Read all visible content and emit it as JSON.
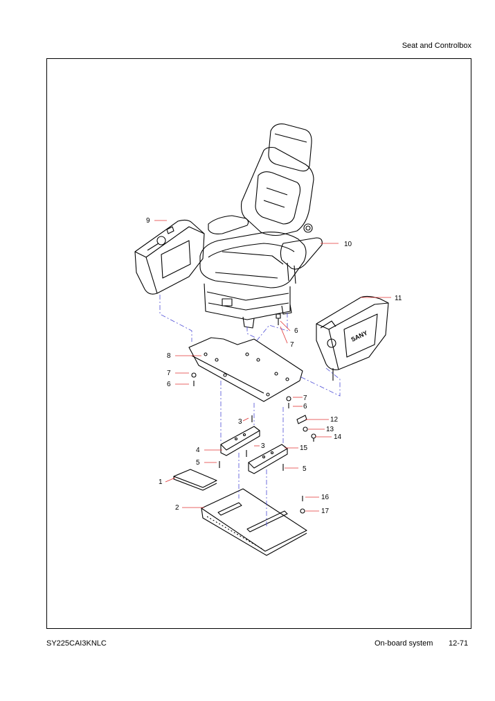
{
  "header": {
    "section_title": "Seat and Controlbox"
  },
  "footer": {
    "model": "SY225CAI3KNLC",
    "chapter": "On-board system",
    "page": "12-71"
  },
  "diagram": {
    "callouts": [
      "1",
      "2",
      "3",
      "3",
      "4",
      "5",
      "5",
      "6",
      "6",
      "6",
      "7",
      "7",
      "7",
      "8",
      "9",
      "10",
      "11",
      "12",
      "13",
      "14",
      "15",
      "16",
      "17"
    ],
    "brand_mark": "SANY"
  },
  "colors": {
    "leader": "#e03030",
    "centerline": "#4b4bd6",
    "ink": "#000000"
  }
}
